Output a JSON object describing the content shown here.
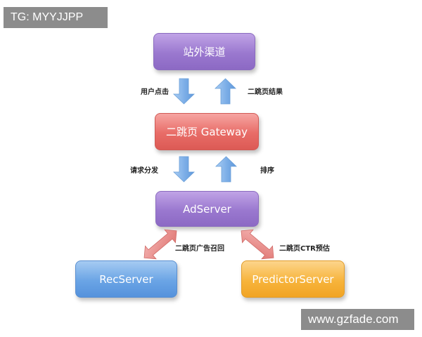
{
  "watermarks": {
    "top_left": "TG: MYYJJPP",
    "bottom_right": "www.gzfade.com"
  },
  "nodes": {
    "top": "站外渠道",
    "gateway": "二跳页 Gateway",
    "adserver": "AdServer",
    "recserver": "RecServer",
    "predictor": "PredictorServer"
  },
  "edges": {
    "user_click": "用户点击",
    "result": "二跳页结果",
    "request": "请求分发",
    "sort": "排序",
    "recall": "二跳页广告召回",
    "ctr": "二跳页CTR预估"
  },
  "colors": {
    "purple": "#9a78cf",
    "red": "#e86c67",
    "blue": "#6aa4e5",
    "orange": "#f7b43c",
    "arrow_blue": "#7fb0e8",
    "arrow_pink": "#e88f8c"
  }
}
